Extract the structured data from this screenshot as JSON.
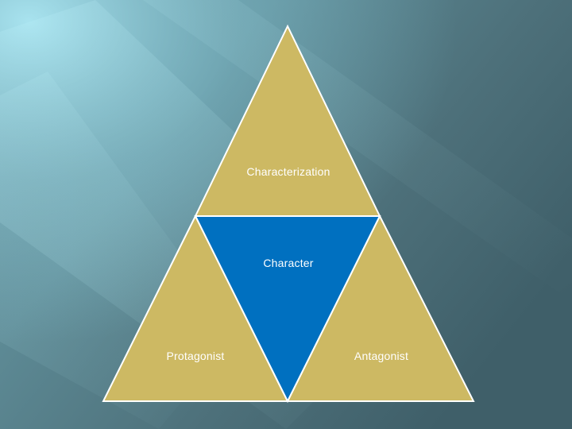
{
  "colors": {
    "bg_dark": "#3f5f69",
    "bg_mid": "#5f8a94",
    "bg_light": "#a8ecfa",
    "triangle_gold": "#cdb963",
    "triangle_blue": "#0070c0",
    "outline": "#ffffff",
    "label_text": "#ffffff"
  },
  "diagram": {
    "top_label": "Characterization",
    "center_label": "Character",
    "left_label": "Protagonist",
    "right_label": "Antagonist"
  }
}
